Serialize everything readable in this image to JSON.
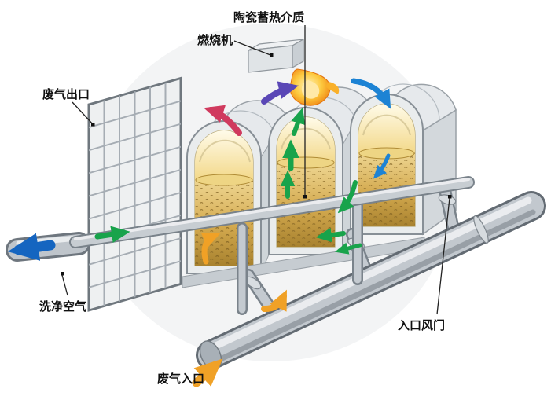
{
  "labels": {
    "ceramic_media": "陶瓷蓄热介质",
    "burner": "燃烧机",
    "exhaust_outlet": "废气出口",
    "clean_air": "洗净空气",
    "inlet_damper": "入口风门",
    "exhaust_inlet": "废气入口"
  },
  "colors": {
    "green": "#18a34b",
    "blue": "#1d83d4",
    "deep_blue": "#1565c0",
    "orange": "#f0a126",
    "red": "#d03a5e",
    "purple": "#5a47b6",
    "flame_core": "#ffd24a",
    "flame_edge": "#ef7a14",
    "ceramic_media": "#ddb95f",
    "casing": "#e8ebed",
    "pipe": "#c4cad0"
  }
}
